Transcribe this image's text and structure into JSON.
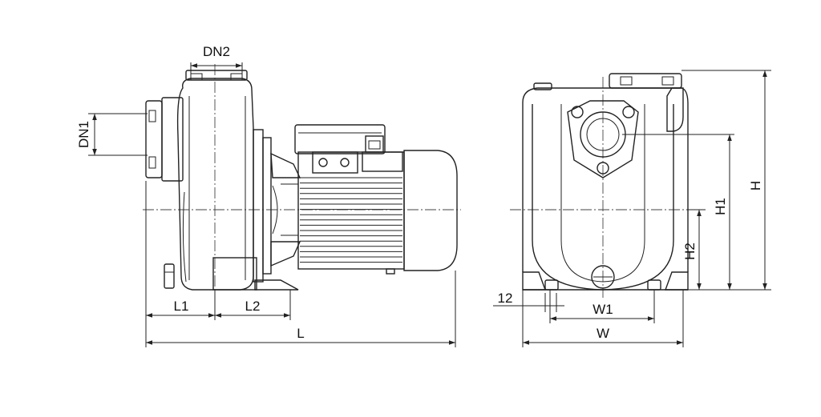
{
  "side_view": {
    "labels": {
      "dn2": "DN2",
      "dn1": "DN1",
      "l1": "L1",
      "l2": "L2",
      "l": "L"
    }
  },
  "front_view": {
    "labels": {
      "h": "H",
      "h1": "H1",
      "h2": "H2",
      "w1": "W1",
      "w": "W",
      "twelve": "12"
    }
  }
}
